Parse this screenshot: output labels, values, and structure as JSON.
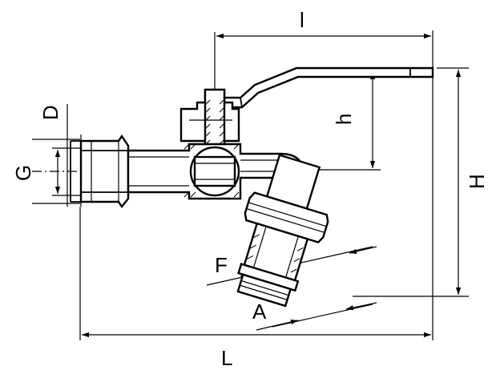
{
  "labels": {
    "l": "l",
    "h": "h",
    "H": "H",
    "D": "D",
    "G": "G",
    "F": "F",
    "A": "A",
    "L": "L"
  }
}
